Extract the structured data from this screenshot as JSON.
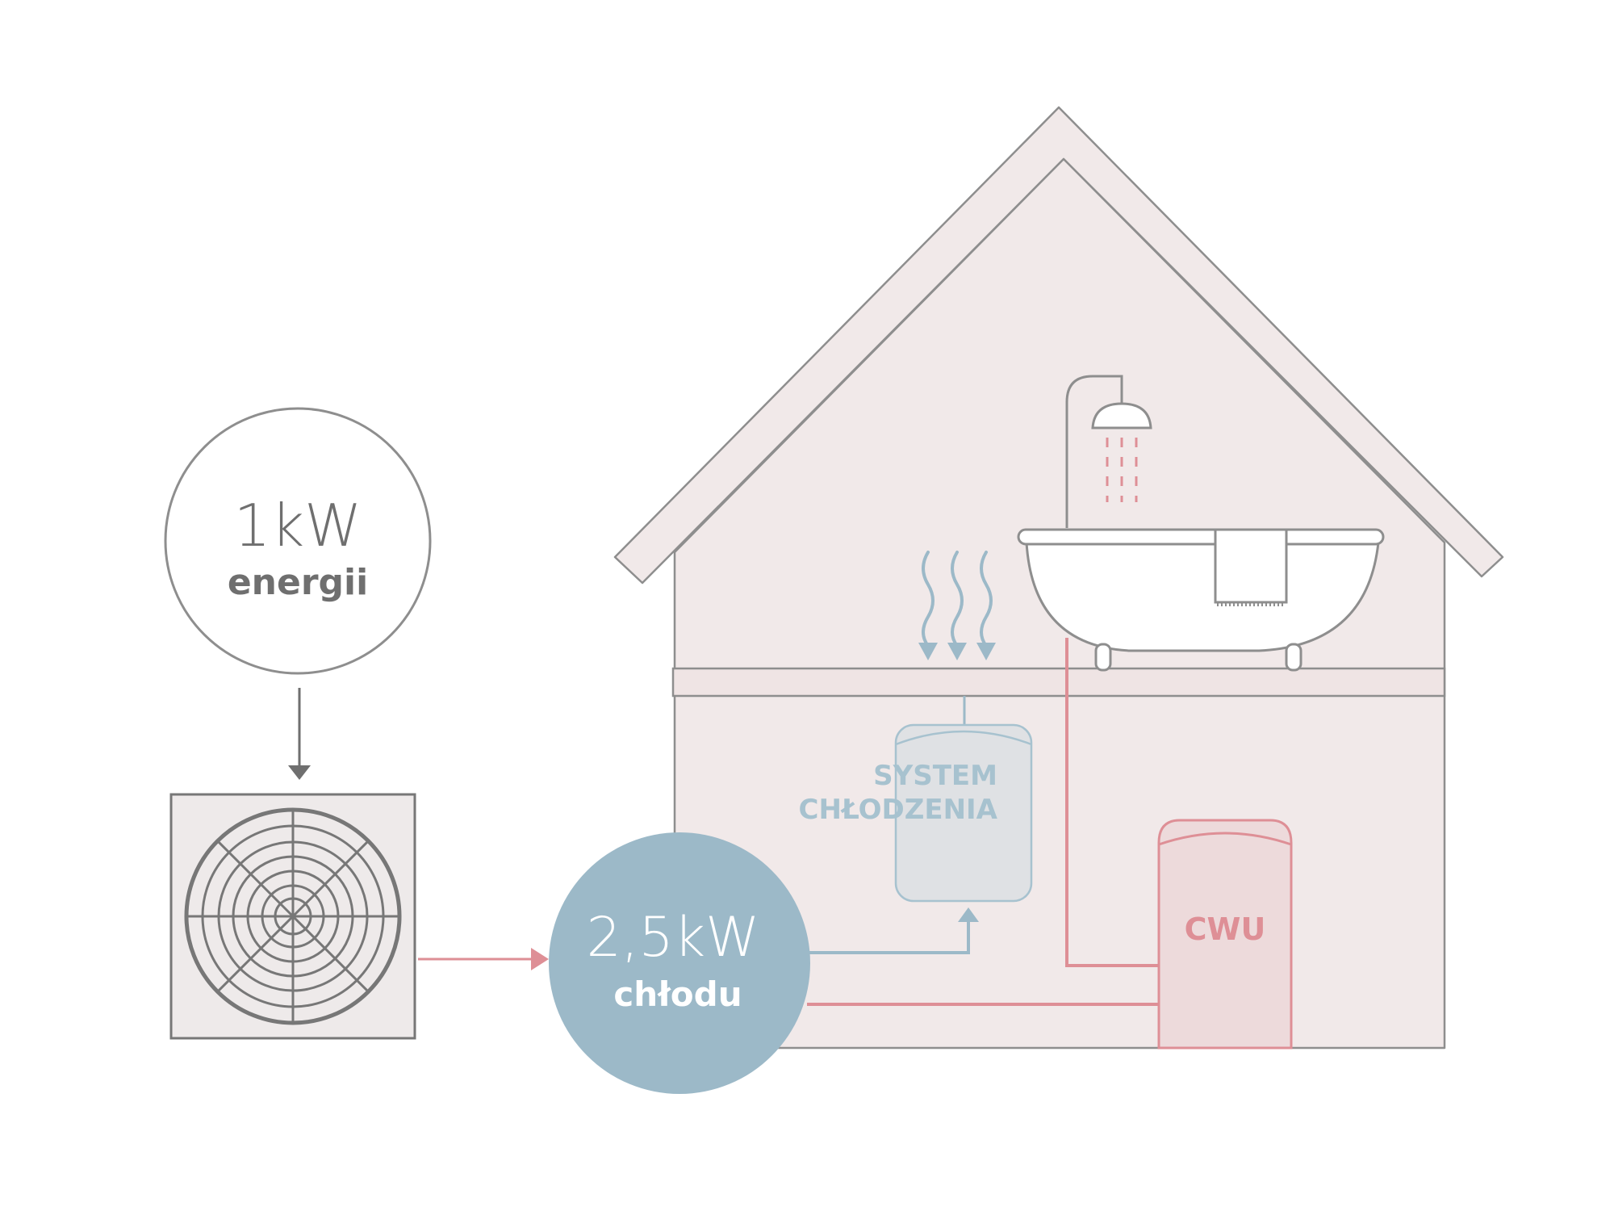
{
  "energy_circle": {
    "value": "1kW",
    "label": "energii"
  },
  "cooling_circle": {
    "value": "2,5kW",
    "label": "chłodu"
  },
  "cooling_system": {
    "line1": "SYSTEM",
    "line2": "CHŁODZENIA"
  },
  "hot_water_tank": {
    "label": "CWU"
  },
  "colors": {
    "house_fill": "#f1e9e9",
    "outline": "#8e8e8e",
    "cool_blue": "#9cb9c8",
    "cool_text": "#a7c2cf",
    "hot_pink": "#de8f96",
    "tank_fill": "#eddadb",
    "text_gray": "#6f6f6f"
  }
}
